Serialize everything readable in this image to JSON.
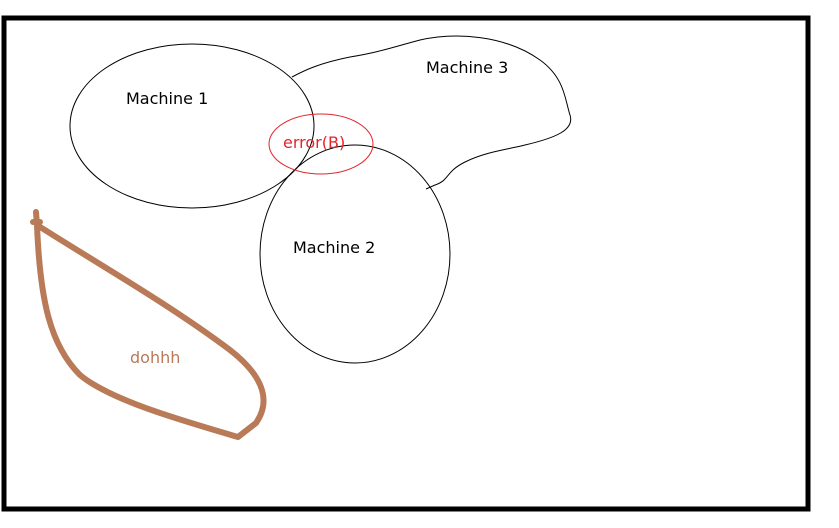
{
  "labels": {
    "machine1": "Machine 1",
    "machine2": "Machine 2",
    "machine3": "Machine 3",
    "error": "error(B)",
    "dohhh": "dohhh"
  },
  "colors": {
    "border": "#000000",
    "shapes": "#000000",
    "error": "#e0262b",
    "brown": "#b97a57",
    "background": "#ffffff"
  }
}
